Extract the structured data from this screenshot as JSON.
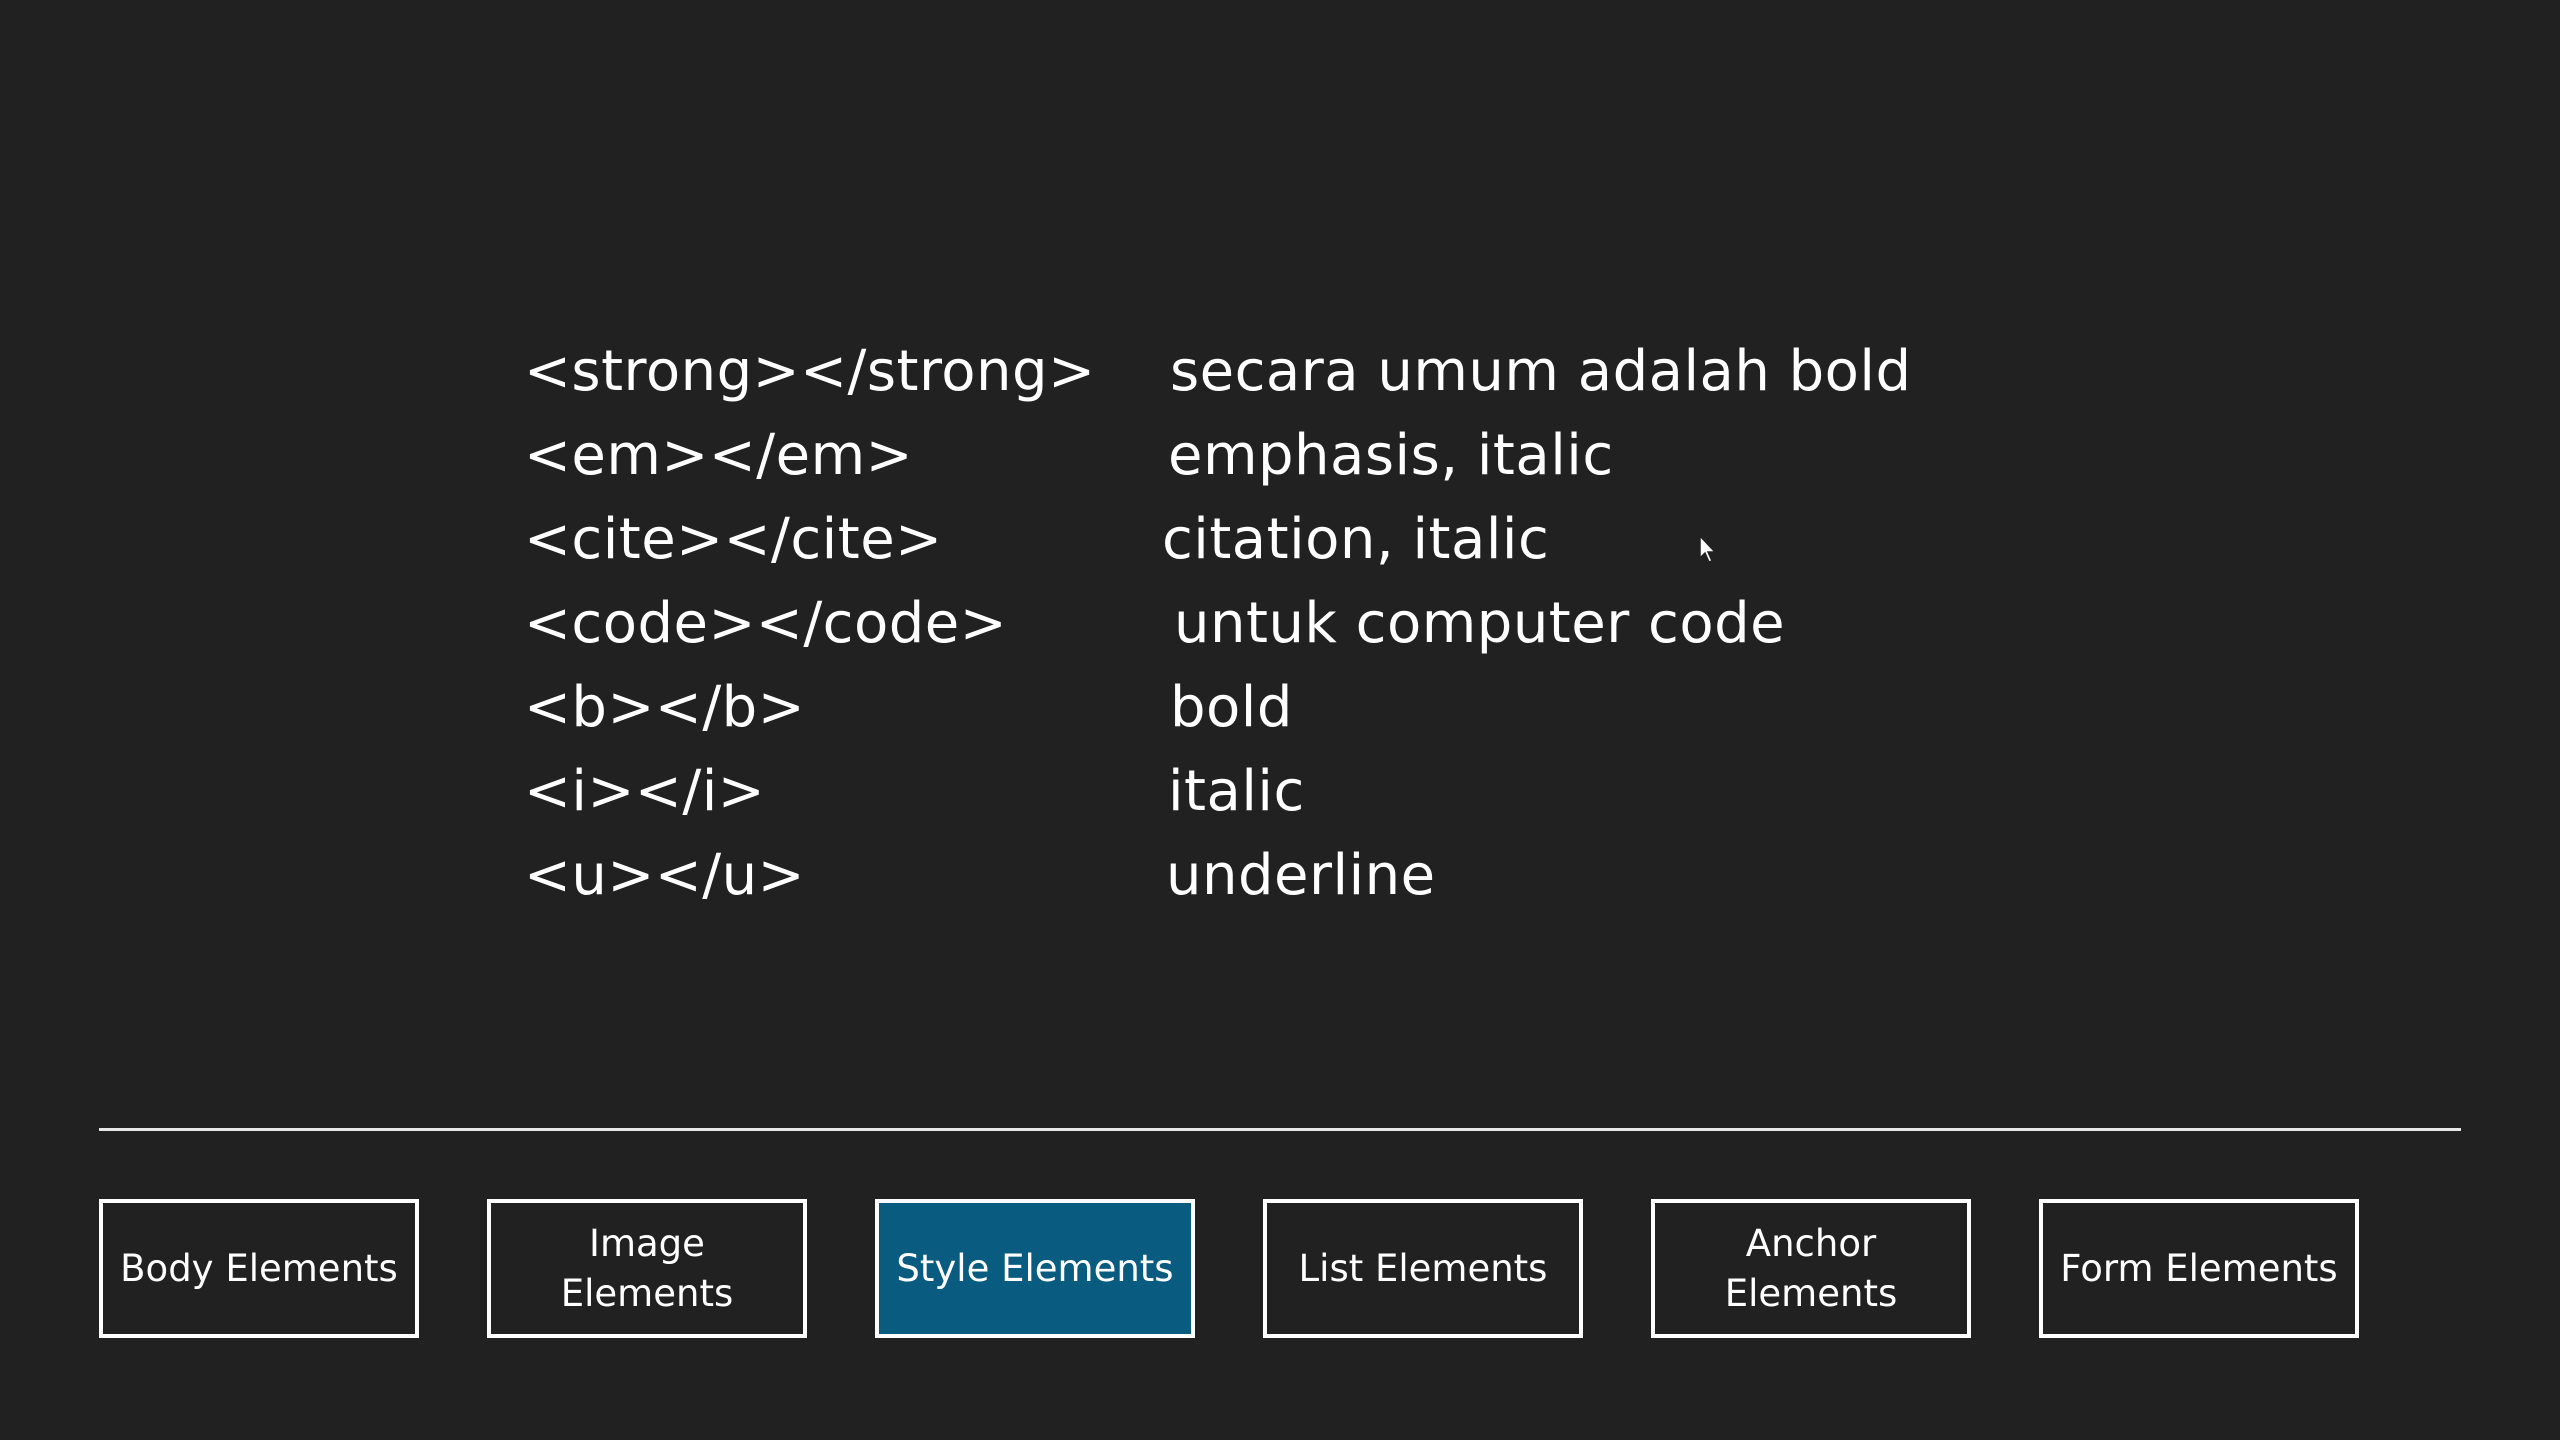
{
  "rows": [
    {
      "tag": "<strong></strong>",
      "desc": "secara umum adalah bold"
    },
    {
      "tag": "<em></em>",
      "desc": "emphasis, italic"
    },
    {
      "tag": "<cite></cite>",
      "desc": "citation, italic"
    },
    {
      "tag": "<code></code>",
      "desc": "untuk computer code"
    },
    {
      "tag": "<b></b>",
      "desc": "bold"
    },
    {
      "tag": "<i></i>",
      "desc": "italic"
    },
    {
      "tag": "<u></u>",
      "desc": "underline"
    }
  ],
  "nav": {
    "items": [
      {
        "label": "Body Elements",
        "active": false
      },
      {
        "label": "Image Elements",
        "active": false
      },
      {
        "label": "Style Elements",
        "active": true
      },
      {
        "label": "List Elements",
        "active": false
      },
      {
        "label": "Anchor Elements",
        "active": false
      },
      {
        "label": "Form Elements",
        "active": false
      }
    ]
  },
  "colors": {
    "background": "#212121",
    "text": "#ffffff",
    "active_button": "#0a5b80"
  },
  "icons": {
    "cursor": "mouse-pointer-icon"
  }
}
